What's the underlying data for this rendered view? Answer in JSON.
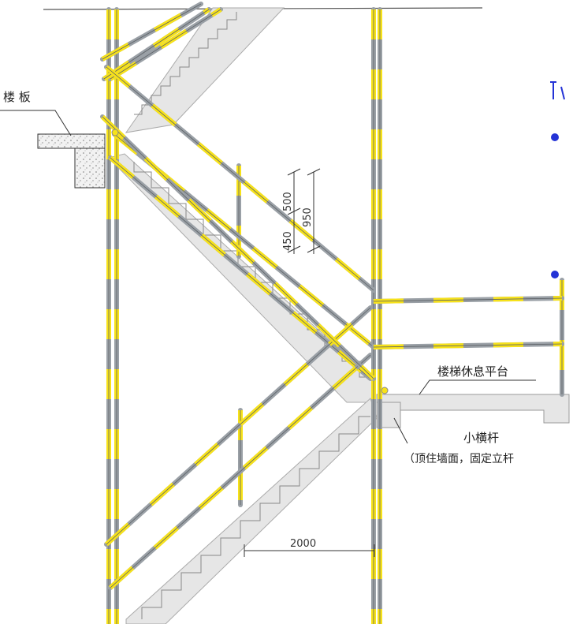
{
  "labels": {
    "floor_slab": "楼 板",
    "stair_landing": "楼梯休息平台",
    "small_crossbar": "小横杆",
    "small_crossbar_note": "（顶住墙面，固定立杆"
  },
  "dimensions": {
    "upper_rail": "500",
    "lower_rail": "450",
    "total_height": "950",
    "post_spacing": "2000"
  },
  "colors": {
    "rail_yellow": "#f7e21a",
    "rail_gray": "#9aa0a6",
    "concrete": "#e8e8e8",
    "bullet_blue": "#2433d6",
    "label_text": "#222222"
  }
}
